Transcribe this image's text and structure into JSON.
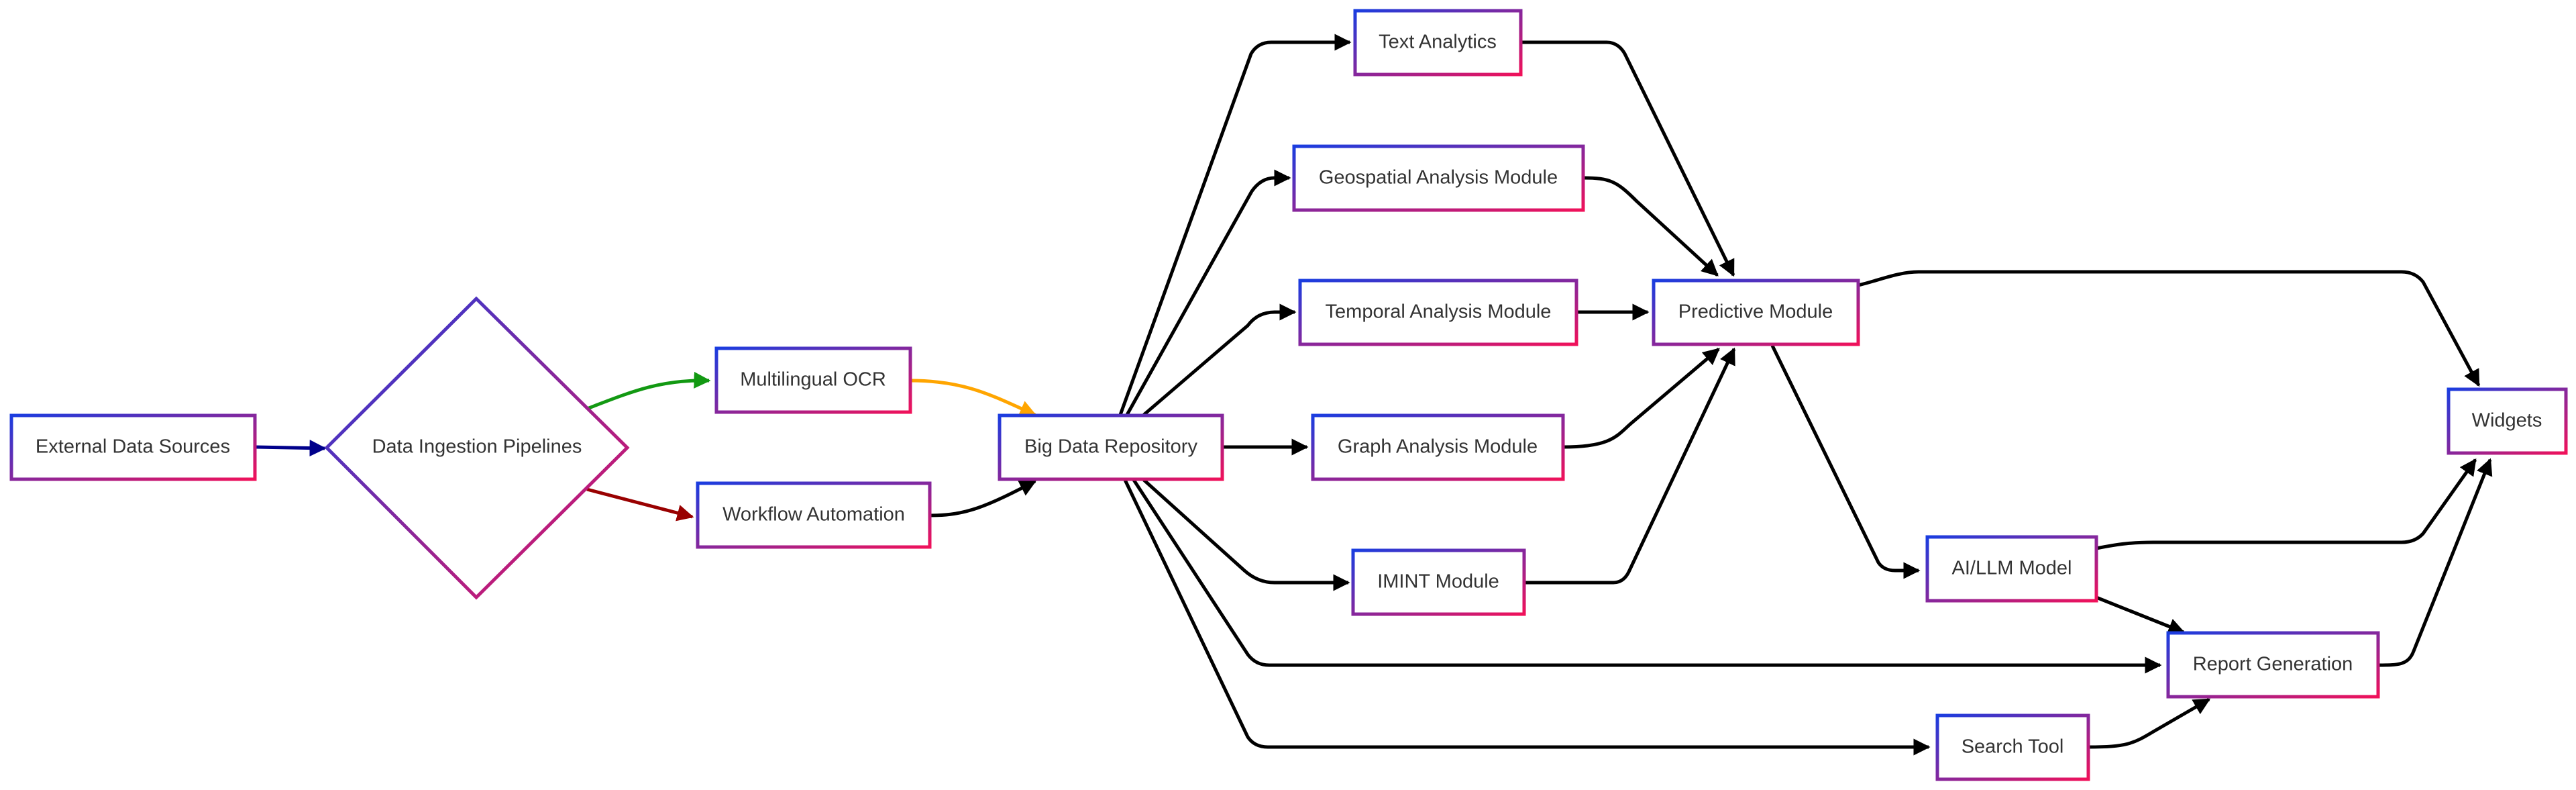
{
  "nodes": {
    "external_data_sources": "External Data Sources",
    "data_ingestion_pipelines": "Data Ingestion Pipelines",
    "multilingual_ocr": "Multilingual OCR",
    "workflow_automation": "Workflow Automation",
    "big_data_repository": "Big Data Repository",
    "text_analytics": "Text Analytics",
    "geospatial_analysis_module": "Geospatial Analysis Module",
    "temporal_analysis_module": "Temporal Analysis Module",
    "graph_analysis_module": "Graph Analysis Module",
    "imint_module": "IMINT Module",
    "predictive_module": "Predictive Module",
    "ai_llm_model": "AI/LLM Model",
    "report_generation": "Report Generation",
    "search_tool": "Search Tool",
    "widgets": "Widgets"
  },
  "colors": {
    "node_border_start": "#1a3de0",
    "node_border_end": "#f0115a",
    "edge_default": "#000000",
    "edge_external_to_ingestion": "#00008b",
    "edge_ingestion_to_ocr": "#129912",
    "edge_ingestion_to_workflow": "#990000",
    "edge_ocr_to_repository": "#ffa500"
  }
}
